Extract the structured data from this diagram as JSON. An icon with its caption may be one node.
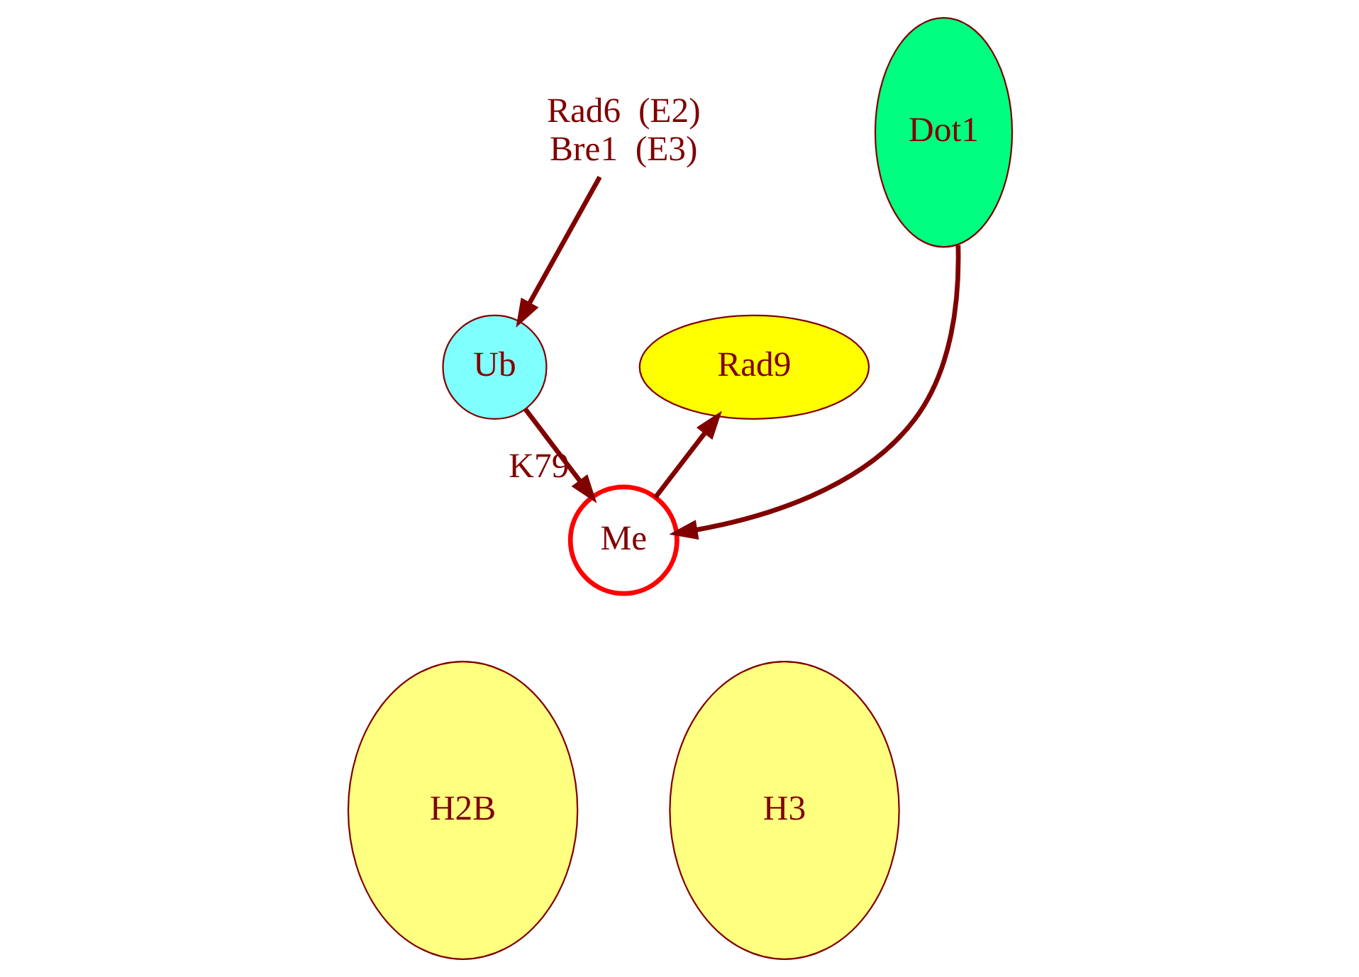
{
  "diagram": {
    "nodes": [
      {
        "text": [
          "Rad6  (E2)",
          "Bre1  (E3)"
        ]
      },
      {
        "text": [
          "Dot1"
        ]
      },
      {
        "text": [
          "Rad9"
        ]
      },
      {
        "text": [
          "Ub"
        ]
      },
      {
        "text": [
          "Me"
        ],
        "beside": [
          "K79"
        ]
      },
      {
        "text": [
          "H2B"
        ]
      },
      {
        "text": [
          "H3"
        ]
      }
    ],
    "edges": [
      {
        "from": 0,
        "to": 3,
        "arrow": "to"
      },
      {
        "from": 3,
        "to": 4,
        "arrow": "to"
      },
      {
        "from": 1,
        "to": 4,
        "arrow": "to"
      },
      {
        "from": 4,
        "to": 2,
        "arrow": "to"
      }
    ]
  }
}
